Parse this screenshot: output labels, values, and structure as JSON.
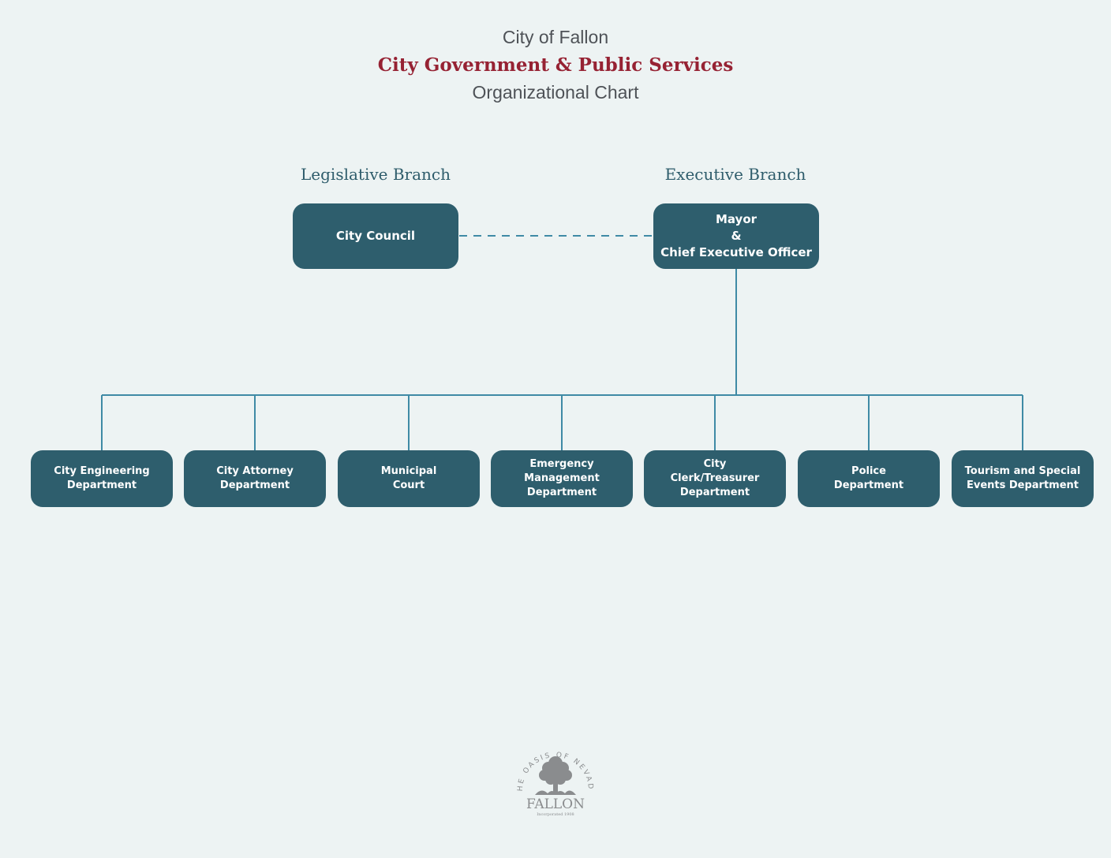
{
  "header": {
    "city": "City of Fallon",
    "title": "City Government & Public Services",
    "subtitle": "Organizational Chart"
  },
  "branches": {
    "legislative": "Legislative Branch",
    "executive": "Executive Branch"
  },
  "nodes": {
    "city_council": "City Council",
    "mayor": "Mayor\n&\nChief Executive Officer"
  },
  "departments": [
    "City Engineering\nDepartment",
    "City Attorney\nDepartment",
    "Municipal\nCourt",
    "Emergency\nManagement\nDepartment",
    "City\nClerk/Treasurer\nDepartment",
    "Police\nDepartment",
    "Tourism and Special\nEvents Department"
  ],
  "logo": {
    "arc_text": "THE OASIS OF NEVADA",
    "name": "FALLON",
    "incorporated": "Incorporated 1908"
  },
  "colors": {
    "background": "#edf3f3",
    "box": "#2e5e6d",
    "connector": "#3f8aa5",
    "title_accent": "#962233",
    "logo_gray": "#8a8c8e"
  }
}
